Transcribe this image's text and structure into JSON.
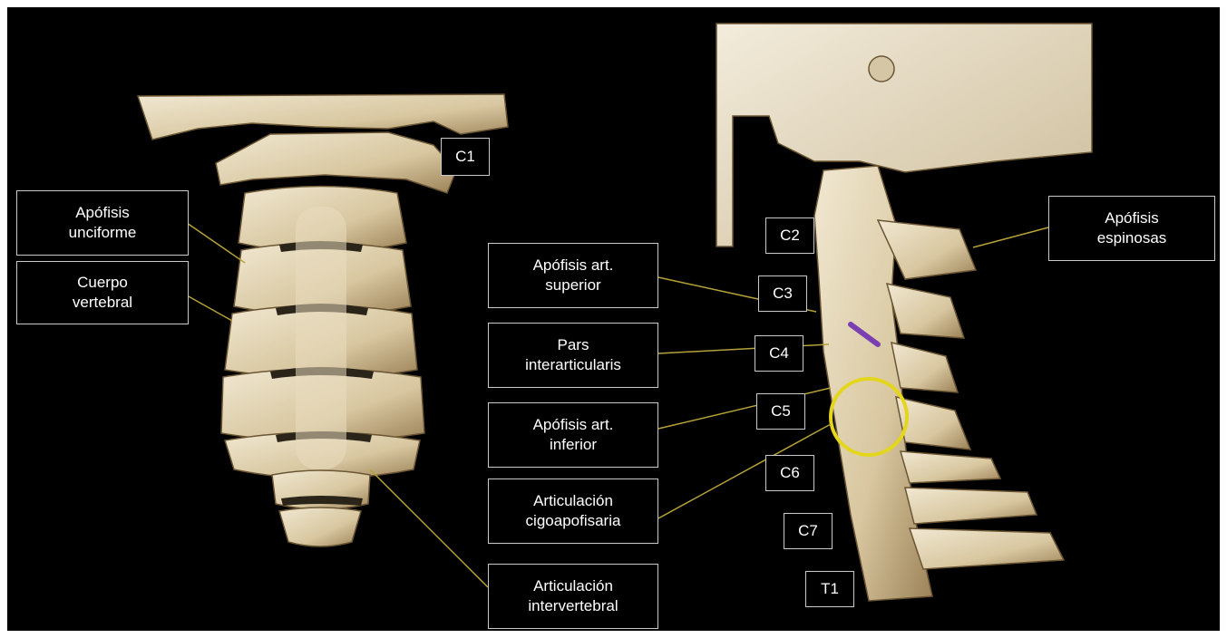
{
  "colors": {
    "background": "#000000",
    "bone": "#e8dcc0",
    "bone_shadow": "#8a7650",
    "leader_line": "#b5a23a",
    "highlight_circle": "#e3d61c",
    "arrow": "#7a3fb0",
    "label_border": "#c9c9c9"
  },
  "labels": {
    "apofisis_unciforme": "Apófisis\nunciforme",
    "cuerpo_vertebral": "Cuerpo\nvertebral",
    "articulacion_intervertebral": "Articulación\nintervertebral",
    "apofisis_art_superior": "Apófisis art.\nsuperior",
    "pars_interarticularis": "Pars\ninterarticularis",
    "apofisis_art_inferior": "Apófisis art.\ninferior",
    "articulacion_cigoapofisaria": "Articulación\ncigoapofisaria",
    "apofisis_espinosas": "Apófisis\nespinosas"
  },
  "levels": {
    "c1": "C1",
    "c2": "C2",
    "c3": "C3",
    "c4": "C4",
    "c5": "C5",
    "c6": "C6",
    "c7": "C7",
    "t1": "T1"
  }
}
